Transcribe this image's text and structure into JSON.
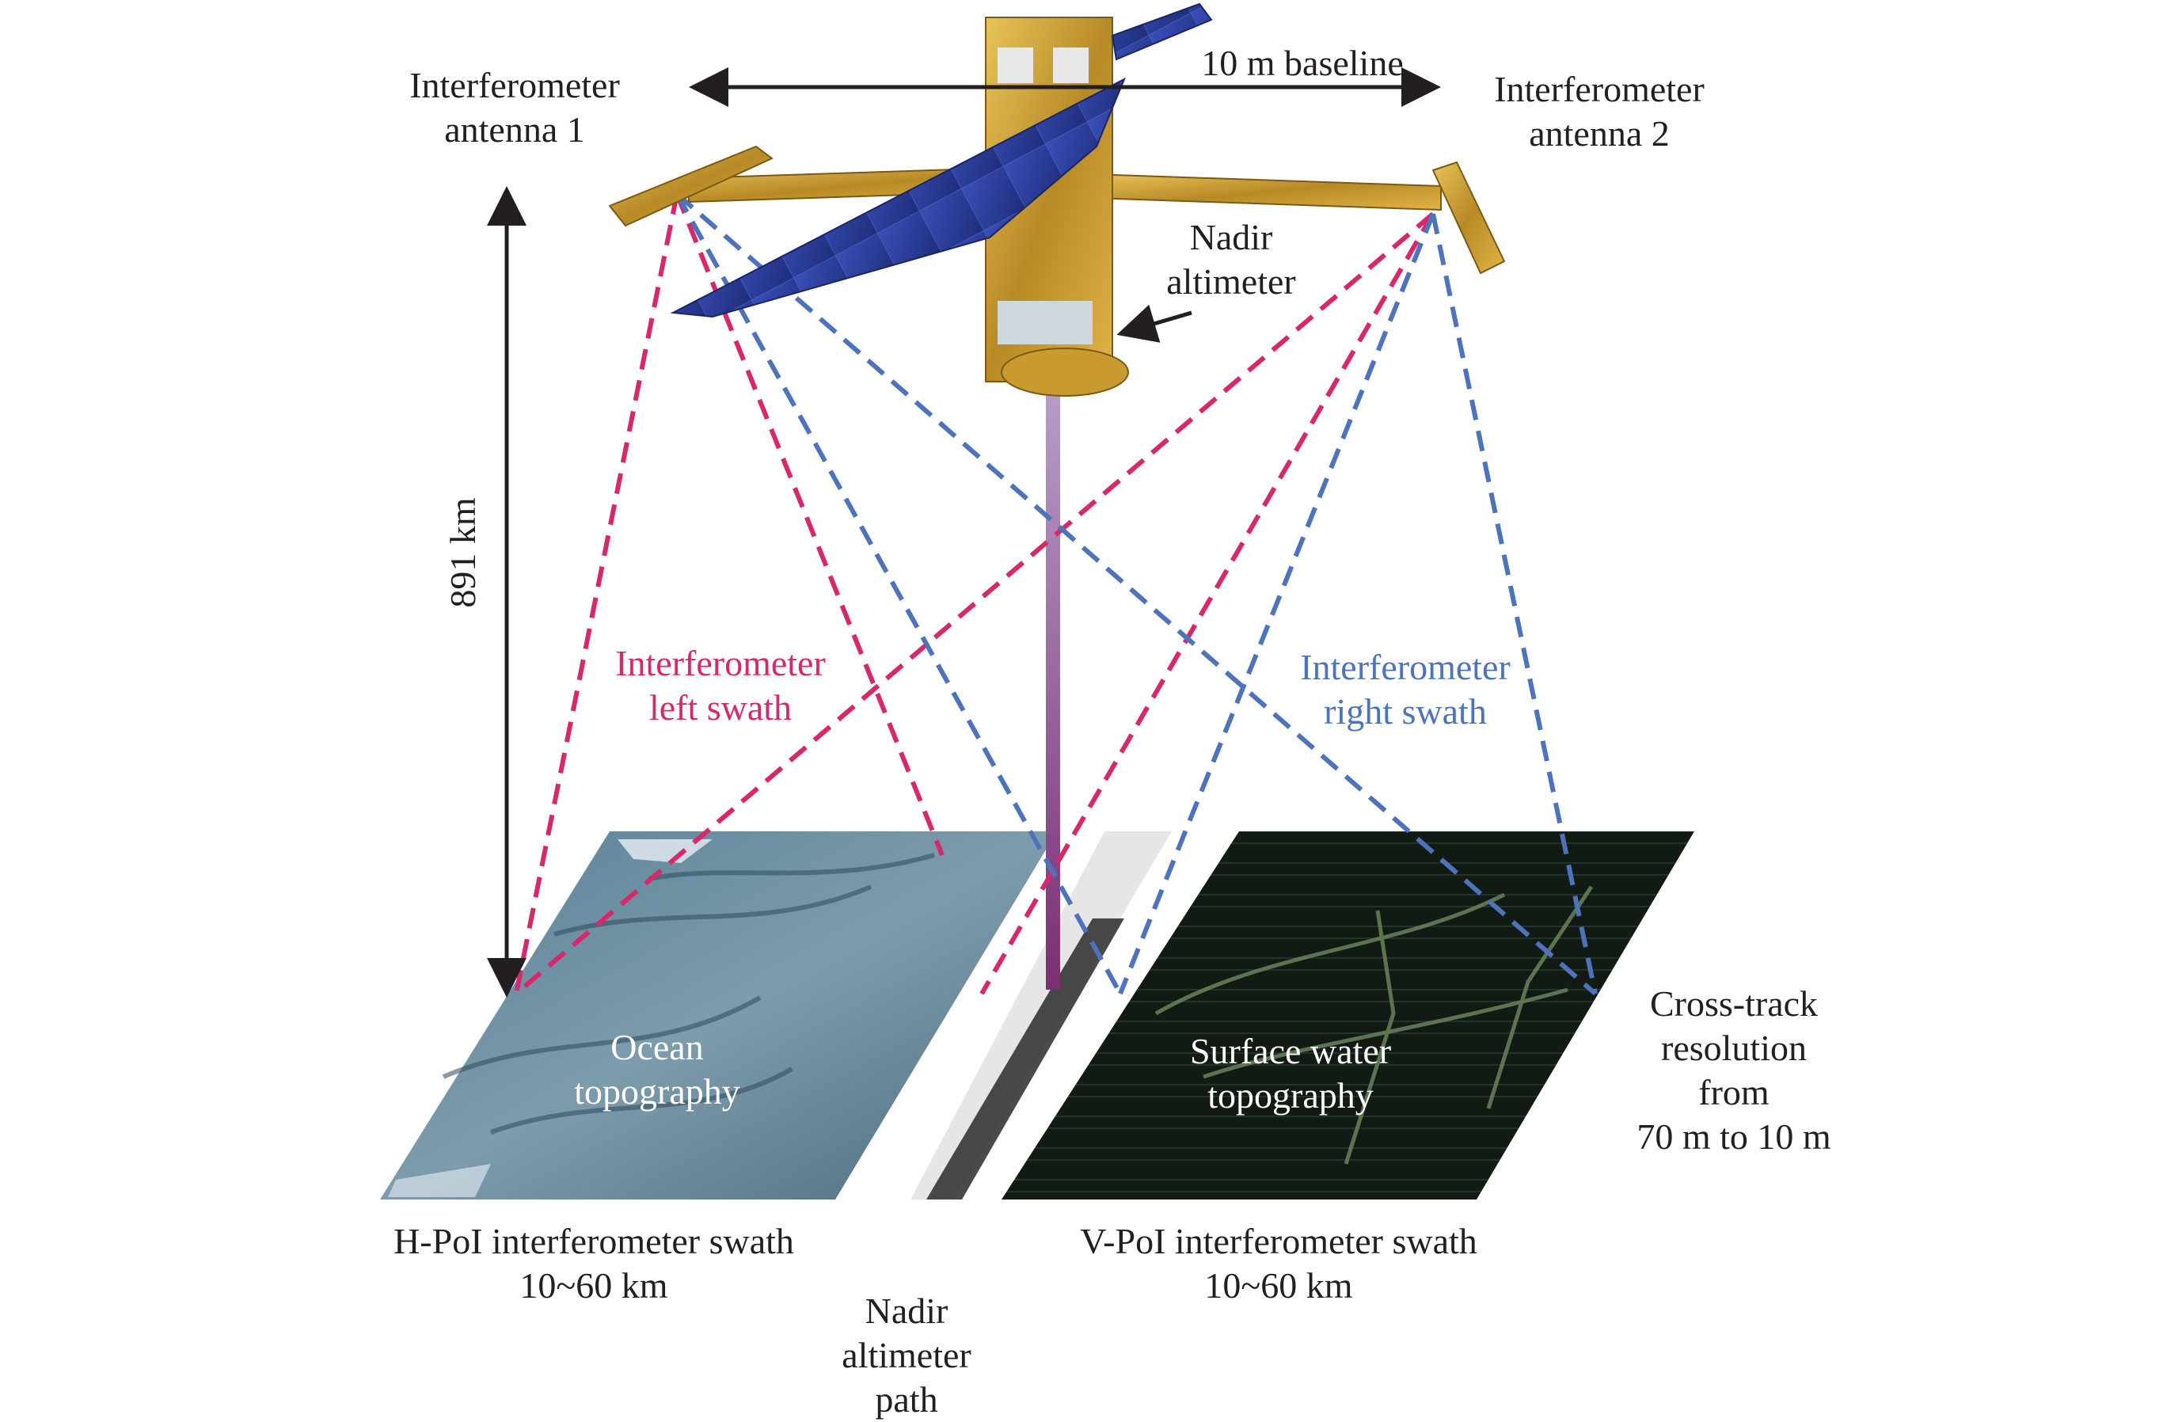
{
  "labels": {
    "baseline": "10 m baseline",
    "antenna1": [
      "Interferometer",
      "antenna 1"
    ],
    "antenna2": [
      "Interferometer",
      "antenna 2"
    ],
    "nadir_altimeter": [
      "Nadir",
      "altimeter"
    ],
    "altitude": "891 km",
    "left_swath": [
      "Interferometer",
      "left swath"
    ],
    "right_swath": [
      "Interferometer",
      "right swath"
    ],
    "ocean": [
      "Ocean",
      "topography"
    ],
    "surface_water": [
      "Surface water",
      "topography"
    ],
    "cross_track": [
      "Cross-track",
      "resolution",
      "from",
      "70 m to 10 m"
    ],
    "h_pol": [
      "H-PoI interferometer swath",
      "10~60 km"
    ],
    "v_pol": [
      "V-PoI interferometer swath",
      "10~60 km"
    ],
    "nadir_path": [
      "Nadir",
      "altimeter",
      "path"
    ]
  },
  "colors": {
    "left_swath": "#d6286b",
    "right_swath": "#4d73bd",
    "nadir_beam": "#8a3f78",
    "ocean_image": "#6f8fa2",
    "surface_water_image": "#121a14",
    "satellite_body": "#c99a2e",
    "solar_panel": "#2d3f9c",
    "arrows": "#231f20"
  },
  "icons": [
    "satellite-icon",
    "solar-panel-icon",
    "antenna-icon"
  ]
}
